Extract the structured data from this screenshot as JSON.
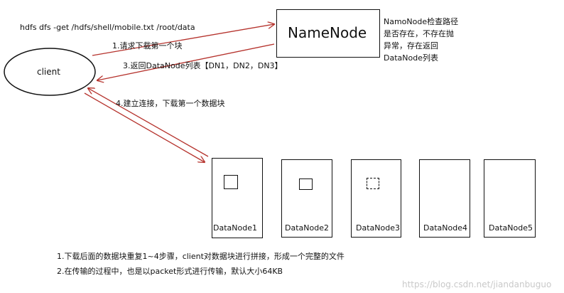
{
  "command": "hdfs dfs -get  /hdfs/shell/mobile.txt  /root/data",
  "client": {
    "label": "client"
  },
  "namenode": {
    "label": "NameNode",
    "note_lines": [
      "NamoNode检查路径",
      "是否存在，不存在抛",
      "异常，存在返回",
      "DataNode列表"
    ]
  },
  "steps": {
    "step1": "1.请求下载第一个块",
    "step3": "3.返回DataNode列表【DN1，DN2，DN3】",
    "step4": "4.建立连接，下载第一个数据块"
  },
  "datanodes": [
    {
      "label": "DataNode1",
      "block": "solid"
    },
    {
      "label": "DataNode2",
      "block": "solid"
    },
    {
      "label": "DataNode3",
      "block": "dashed"
    },
    {
      "label": "DataNode4",
      "block": "none"
    },
    {
      "label": "DataNode5",
      "block": "none"
    }
  ],
  "notes": [
    "1.下载后面的数据块重复1~4步骤，client对数据块进行拼接，形成一个完整的文件",
    "2.在传输的过程中，也是以packet形式进行传输，默认大小64KB"
  ],
  "watermark": "https://blog.csdn.net/jiandanbuguo",
  "colors": {
    "arrow": "#b5322c",
    "line": "#111111"
  }
}
